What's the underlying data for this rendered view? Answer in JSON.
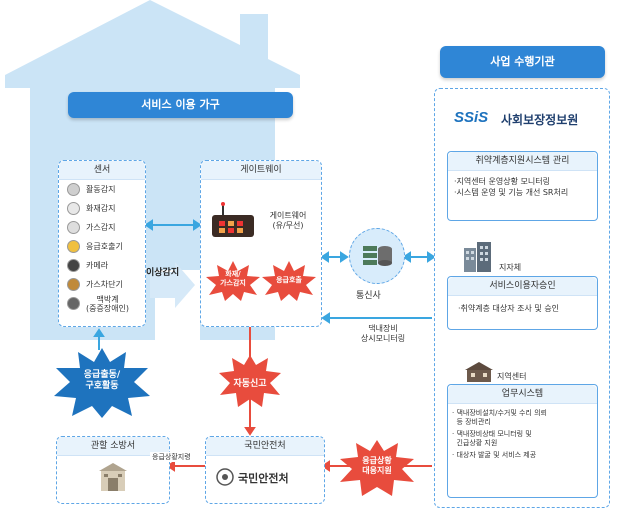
{
  "household": {
    "title": "서비스 이용 가구",
    "sensor_panel": {
      "title": "센서",
      "items": [
        "활동감지",
        "화재감지",
        "가스감지",
        "응급호출기",
        "카메라",
        "가스차단기",
        "맥박계\n(중증장애인)"
      ]
    },
    "abnormal_label": "이상감지",
    "gateway_panel": {
      "title": "게이트웨이",
      "device_label": "게이트웨어\n(유/무선)",
      "badge_fire": "화재/\n가스감지",
      "badge_emergency": "응급호출"
    }
  },
  "telecom_label": "통신사",
  "monitoring_label": "댁내장비\n상시모니터링",
  "agency": {
    "title": "사업 수행기관",
    "logo_text": "사회보장정보원",
    "logo_mark": "SSiS",
    "system_box": {
      "title": "취약계층지원시스템 관리",
      "lines": [
        "·지역센터 운영상황 모니터링",
        "·시스템 운영 및 기능 개선 SR처리"
      ]
    },
    "local_gov_label": "지자체",
    "approval_box": {
      "title": "서비스이용자승인",
      "lines": [
        "·취약계층 대상자 조사 및 승인"
      ]
    },
    "center_label": "지역센터",
    "work_box": {
      "title": "업무시스템",
      "lines": [
        "· 댁내장비설치/수거및 수리 의뢰\n  등 장비관리",
        "· 댁내장비상태 모니터링 및\n  긴급상황 지원",
        "· 대상자 발굴 및 서비스 제공"
      ]
    }
  },
  "bursts": {
    "rescue": "응급출동/\n구호활동",
    "auto_report": "자동신고",
    "response": "응급상황\n대응지원"
  },
  "fire_station": {
    "title": "관할 소방서"
  },
  "safety_agency": {
    "title": "국민안전처",
    "logo_text": "국민안전처"
  },
  "emergency_info_label": "응급상황지령"
}
